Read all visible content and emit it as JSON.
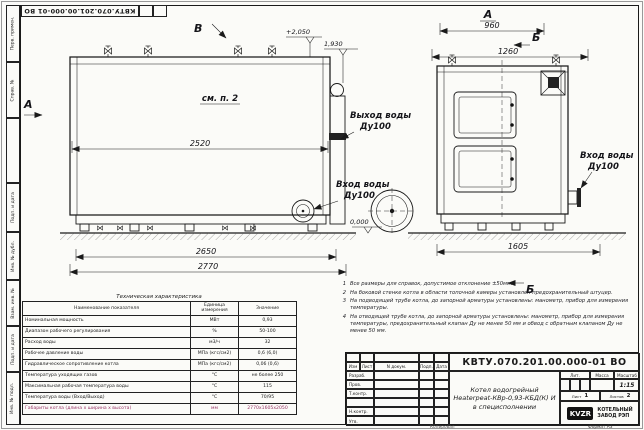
{
  "colors": {
    "line": "#1a1a1a",
    "paper": "#fbfbf8",
    "accent_row": "#993366"
  },
  "corner_stamp": {
    "doc_number": "КВТУ.070.201.00.000-01 ВО"
  },
  "side_strip": {
    "labels": [
      "Перв. примен.",
      "Справ. №",
      "",
      "Подп. и дата",
      "Инв. № дубл.",
      "Взам. инв. №",
      "Подп. и дата",
      "Инв. № подл."
    ]
  },
  "drawing": {
    "view_v": "В",
    "view_a": "А",
    "view_a_title": "А",
    "view_b": "Б",
    "see_note": "см. п. 2",
    "elev_top": "+2,050",
    "elev_flue": "1,930",
    "elev_zero": "0,000",
    "outlet_label": {
      "line1": "Выход воды",
      "line2": "Ду100"
    },
    "inlet_label": {
      "line1": "Вход воды",
      "line2": "Ду100"
    },
    "dims": {
      "d2520": "2520",
      "d2650": "2650",
      "d2770": "2770",
      "d960": "960",
      "d1260": "1260",
      "d1605": "1605"
    }
  },
  "tech_table": {
    "title": "Техническая характеристика",
    "headers": [
      "Наименование показателя",
      "Единица измерения",
      "Значение"
    ],
    "rows": [
      [
        "Номинальная мощность",
        "МВт",
        "0,93"
      ],
      [
        "Диапазон рабочего регулирования",
        "%",
        "50-100"
      ],
      [
        "Расход воды",
        "м3/ч",
        "32"
      ],
      [
        "Рабочее давление воды",
        "МПа (кгс/см2)",
        "0,6 (6,0)"
      ],
      [
        "Гидравлическое сопротивление котла",
        "МПа (кгс/см2)",
        "0,06 (0,6)"
      ],
      [
        "Температура уходящих газов",
        "°С",
        "не более 250"
      ],
      [
        "Максимальная рабочая температура воды",
        "°С",
        "115"
      ],
      [
        "Температура воды (Вход/Выход)",
        "°С",
        "70/95"
      ],
      [
        "Габариты котла (длина х ширина х высота)",
        "мм",
        "2770х1605х2050"
      ]
    ]
  },
  "notes": {
    "items": [
      {
        "num": "1",
        "text": "Все размеры для справок, допустимое отклонение ±50мм."
      },
      {
        "num": "2",
        "text": "На боковой стенке котла в области топочной камеры установлен предохранительный штуцер."
      },
      {
        "num": "3",
        "text": "На подводящей трубе котла, до запорной арматуры установлены: манометр, прибор для измерения температуры."
      },
      {
        "num": "4",
        "text": "На отводящей трубе котла, до запорной арматуры установлены: манометр, прибор для измерения температуры, предохранительный клапан Ду не менее 50 мм и обвод с обратным клапаном Ду не менее 50 мм."
      }
    ]
  },
  "title_block": {
    "doc_number": "КВТУ.070.201.00.000-01 ВО",
    "product": {
      "line1": "Котел водогрейный",
      "line2": "Heaterpeat-КВр-0,93-КБД(К) И",
      "line3": "в специсполнении"
    },
    "header_cells": [
      "Изм",
      "Лист",
      "N докум.",
      "Подп.",
      "Дата"
    ],
    "roles": [
      "Разраб.",
      "Пров.",
      "Т.контр.",
      "Н.контр.",
      "Утв."
    ],
    "lit_label": "Лит.",
    "mass_label": "Масса",
    "scale_label": "Масштаб",
    "scale_value": "1:15",
    "sheet_label": "Лист",
    "sheet_value": "1",
    "sheets_label": "Листов",
    "sheets_value": "2",
    "logo_text": "KVZR",
    "company_line1": "КОТЕЛЬНЫЙ",
    "company_line2": "ЗАВОД РЭП",
    "format_label": "Формат А3",
    "copied_label": "Копировал"
  }
}
